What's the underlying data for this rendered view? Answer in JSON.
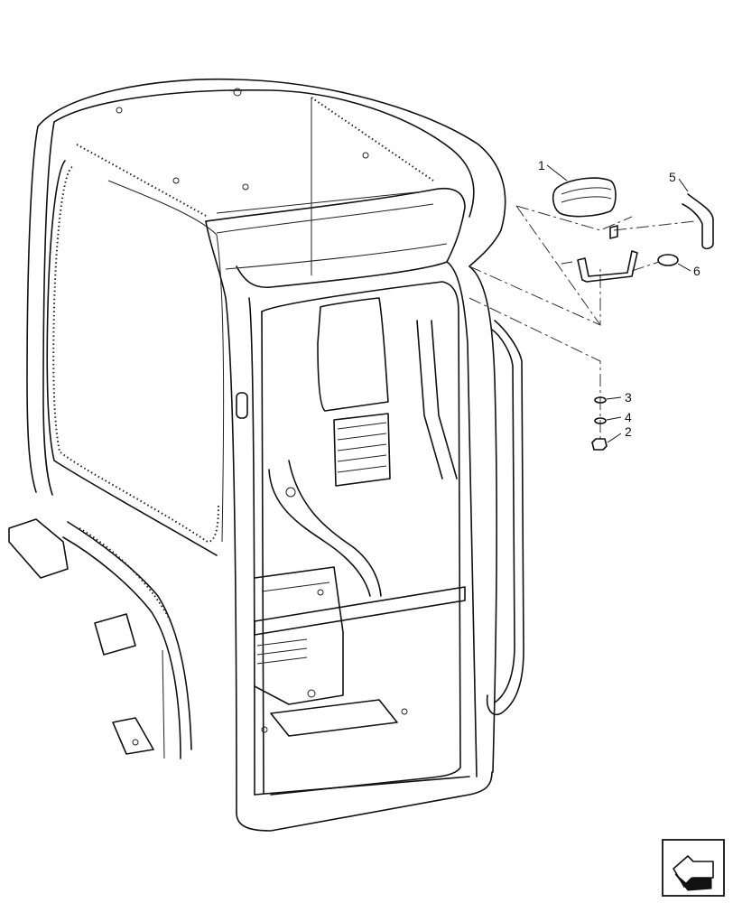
{
  "diagram": {
    "callouts": [
      {
        "id": "1",
        "label": "1"
      },
      {
        "id": "2",
        "label": "2"
      },
      {
        "id": "3",
        "label": "3"
      },
      {
        "id": "4",
        "label": "4"
      },
      {
        "id": "5",
        "label": "5"
      },
      {
        "id": "6",
        "label": "6"
      }
    ],
    "icons": {
      "nav_arrow": "folder-arrow-icon"
    }
  }
}
